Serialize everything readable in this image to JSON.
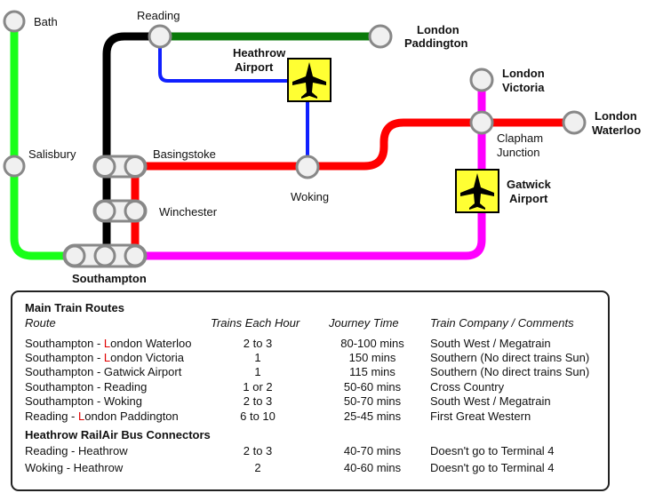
{
  "colors": {
    "bath_salisbury_line": "#19ff19",
    "reading_southampton_line": "#000000",
    "paddington_line": "#0a7a0a",
    "heathrow_bus_line": "#1020ff",
    "waterloo_line": "#ff0000",
    "victoria_gatwick_line": "#ff00ff",
    "airport_box": "#ffff33",
    "station_fill": "#f0f0f0",
    "station_stroke": "#888888"
  },
  "stations": {
    "bath": "Bath",
    "reading": "Reading",
    "london_paddington_1": "London",
    "london_paddington_2": "Paddington",
    "heathrow_1": "Heathrow",
    "heathrow_2": "Airport",
    "london_victoria_1": "London",
    "london_victoria_2": "Victoria",
    "london_waterloo_1": "London",
    "london_waterloo_2": "Waterloo",
    "salisbury": "Salisbury",
    "basingstoke": "Basingstoke",
    "clapham_1": "Clapham",
    "clapham_2": "Junction",
    "woking": "Woking",
    "gatwick_1": "Gatwick",
    "gatwick_2": "Airport",
    "winchester": "Winchester",
    "southampton": "Southampton"
  },
  "table": {
    "title": "Main Train Routes",
    "headers": {
      "route": "Route",
      "trains": "Trains Each Hour",
      "time": "Journey Time",
      "company": "Train Company / Comments"
    },
    "rows": [
      {
        "from": "Southampton - ",
        "initial": "L",
        "to": "ondon Waterloo",
        "trains": "2 to 3",
        "time": "80-100 mins",
        "company": "South West / Megatrain"
      },
      {
        "from": "Southampton - ",
        "initial": "L",
        "to": "ondon Victoria",
        "trains": "1",
        "time": "150 mins",
        "company": "Southern (No direct trains Sun)"
      },
      {
        "from": "Southampton - ",
        "initial": "",
        "to": " Gatwick Airport",
        "trains": "1",
        "time": "115 mins",
        "company": "Southern (No direct trains Sun)"
      },
      {
        "from": "Southampton - ",
        "initial": "",
        "to": " Reading",
        "trains": "1 or 2",
        "time": "50-60 mins",
        "company": "Cross Country"
      },
      {
        "from": "Southampton - ",
        "initial": "",
        "to": " Woking",
        "trains": "2 to 3",
        "time": "50-70 mins",
        "company": "South West / Megatrain"
      },
      {
        "from": "Reading - ",
        "initial": "L",
        "to": "ondon Paddington",
        "trains": "6 to 10",
        "time": "25-45 mins",
        "company": "First Great Western"
      }
    ],
    "bus_title": "Heathrow RailAir Bus Connectors",
    "bus_rows": [
      {
        "route": "Reading - Heathrow",
        "trains": "2 to 3",
        "time": "40-70 mins",
        "company": "Doesn't go to Terminal 4"
      },
      {
        "route": "Woking - Heathrow",
        "trains": "2",
        "time": "40-60 mins",
        "company": "Doesn't go to Terminal 4"
      }
    ]
  }
}
